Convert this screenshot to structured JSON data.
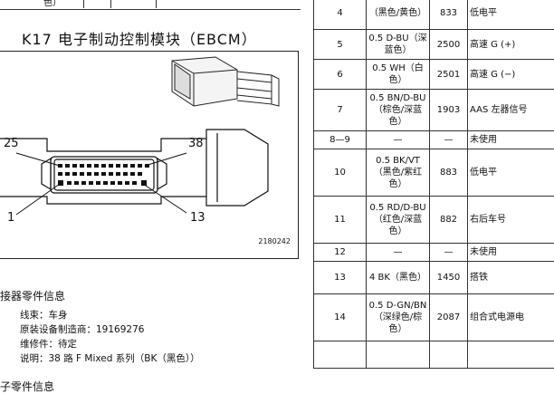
{
  "top_fragment": "色）",
  "heading": "K17 电子制动控制模块（EBCM）",
  "figure": {
    "pin_labels": {
      "top_left": "25",
      "top_right": "38",
      "bottom_left": "1",
      "bottom_right": "13"
    },
    "figure_number": "2180242"
  },
  "connector_info": {
    "title": "接器零件信息",
    "lines": [
      "线束：车身",
      "原装设备制造商：19169276",
      "维修件：待定",
      "说明：38 路 F Mixed 系列（BK（黑色））"
    ],
    "next_title": "子零件信息"
  },
  "table": {
    "rows": [
      {
        "pin": "4",
        "wire": "（黑色/黄色）",
        "circuit": "833",
        "func": "低电平"
      },
      {
        "pin": "5",
        "wire": "0.5 D-BU（深蓝色）",
        "circuit": "2500",
        "func": "高速 G (+)"
      },
      {
        "pin": "6",
        "wire": "0.5 WH（白色）",
        "circuit": "2501",
        "func": "高速 G (−)"
      },
      {
        "pin": "7",
        "wire": "0.5 BN/D-BU（棕色/深蓝色）",
        "circuit": "1903",
        "func": "AAS 左器信号"
      },
      {
        "pin": "8—9",
        "wire": "—",
        "circuit": "—",
        "func": "未使用"
      },
      {
        "pin": "10",
        "wire": "0.5 BK/VT（黑色/紫红色）",
        "circuit": "883",
        "func": "低电平"
      },
      {
        "pin": "11",
        "wire": "0.5 RD/D-BU（红色/深蓝色）",
        "circuit": "882",
        "func": "右后车号"
      },
      {
        "pin": "12",
        "wire": "—",
        "circuit": "—",
        "func": "未使用"
      },
      {
        "pin": "13",
        "wire": "4 BK（黑色）",
        "circuit": "1450",
        "func": "搭铁"
      },
      {
        "pin": "14",
        "wire": "0.5 D-GN/BN（深绿色/棕色）",
        "circuit": "2087",
        "func": "组合式电源电"
      }
    ]
  }
}
